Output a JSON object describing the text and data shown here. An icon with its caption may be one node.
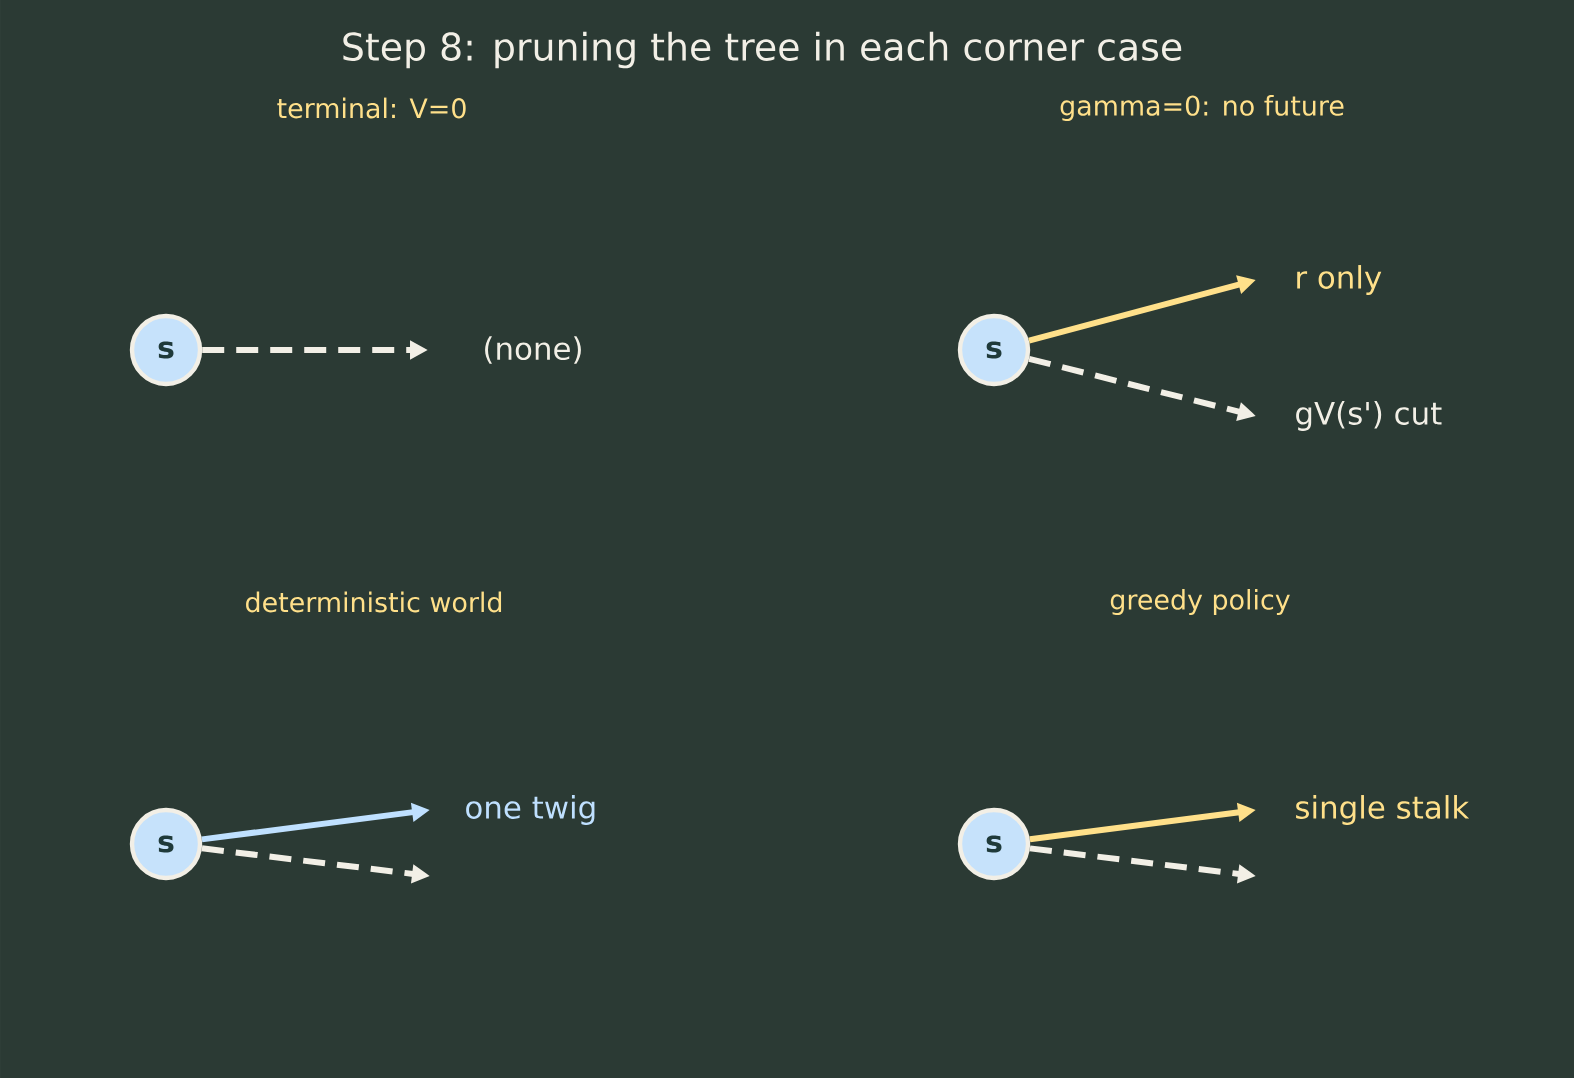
{
  "diagram": {
    "title": "Step 8: pruning the tree in each corner case",
    "nodes": [
      {
        "text": [
          "s"
        ]
      },
      {
        "text": [
          "(none)"
        ]
      },
      {
        "text": [
          "s"
        ]
      },
      {
        "text": [
          "r only"
        ]
      },
      {
        "text": [
          "gV(s') cut"
        ]
      },
      {
        "text": [
          "s"
        ]
      },
      {
        "text": [
          "one twig"
        ]
      },
      {
        "text": [
          "s"
        ]
      },
      {
        "text": [
          "single stalk"
        ]
      }
    ],
    "edges": [
      {
        "from": 0,
        "to": 1,
        "arrow": "to",
        "style": "dashed"
      },
      {
        "from": 2,
        "to": 3,
        "arrow": "to",
        "color": "#ffe08a"
      },
      {
        "from": 2,
        "to": 4,
        "arrow": "to",
        "style": "dashed"
      },
      {
        "from": 5,
        "to": 6,
        "arrow": "to",
        "color": "#bfe0ff"
      },
      {
        "from": 5,
        "to": null,
        "arrow": "to",
        "style": "dashed"
      },
      {
        "from": 7,
        "to": 8,
        "arrow": "to",
        "color": "#ffe08a"
      },
      {
        "from": 7,
        "to": null,
        "arrow": "to",
        "style": "dashed"
      }
    ],
    "labels": [
      "terminal: V=0",
      "gamma=0: no future",
      "deterministic world",
      "greedy policy"
    ]
  }
}
